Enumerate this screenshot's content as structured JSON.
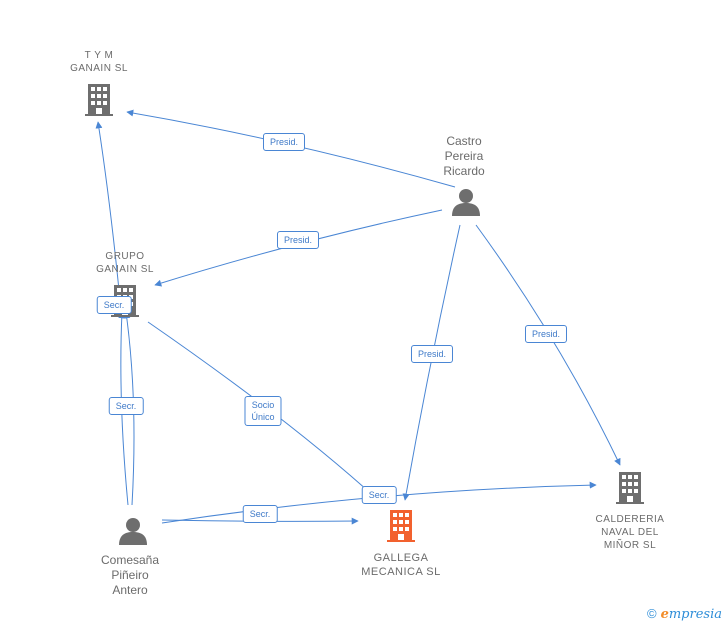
{
  "colors": {
    "edge": "#4a86d4",
    "company": "#6e6e6e",
    "company_primary": "#f2612e",
    "person": "#6e6e6e",
    "label_text": "#6b6b6b"
  },
  "nodes": {
    "tym": {
      "label": "T Y M\nGANAIN SL"
    },
    "grupo": {
      "label": "GRUPO\nGANAIN  SL"
    },
    "castro": {
      "label": "Castro\nPereira\nRicardo"
    },
    "gallega": {
      "label": "GALLEGA\nMECANICA SL"
    },
    "caldereria": {
      "label": "CALDERERIA\nNAVAL DEL\nMIÑOR SL"
    },
    "comesana": {
      "label": "Comesaña\nPiñeiro\nAntero"
    }
  },
  "edges": {
    "castro_tym": "Presid.",
    "castro_grupo": "Presid.",
    "castro_gallega": "Presid.",
    "castro_caldereria": "Presid.",
    "grupo_gallega": "Socio\nÚnico",
    "comesana_grupo_secr_top": "Secr.",
    "comesana_grupo_secr_mid": "Secr.",
    "comesana_gallega_secr": "Secr.",
    "comesana_caldereria_secr": "Secr."
  },
  "footer": {
    "copyright_symbol": "©",
    "brand_initial": "e",
    "brand_rest": "mpresia"
  }
}
